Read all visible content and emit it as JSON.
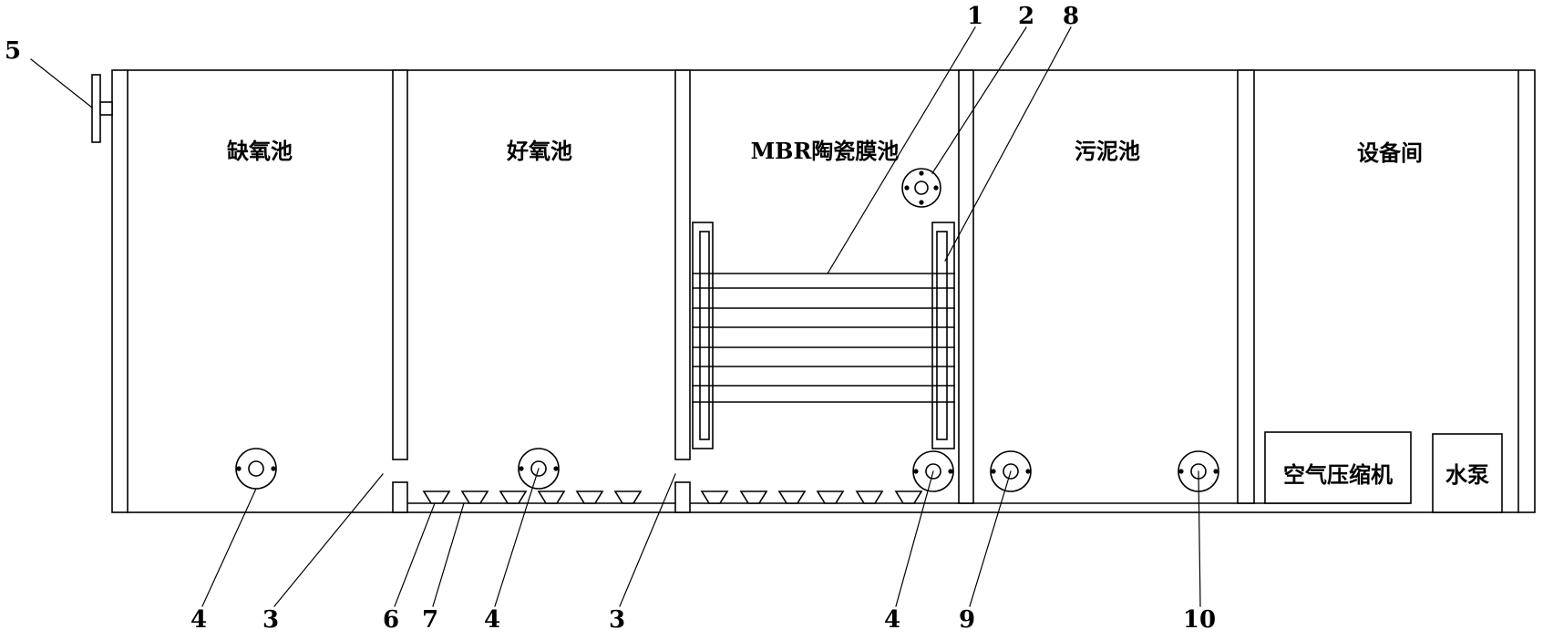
{
  "chambers": {
    "anoxic": "缺氧池",
    "aerobic": "好氧池",
    "mbr": "MBR陶瓷膜池",
    "sludge": "污泥池",
    "equipment_room": "设备间"
  },
  "equipment": {
    "air_compressor": "空气压缩机",
    "water_pump": "水泵"
  },
  "callouts": {
    "n1": "1",
    "n2": "2",
    "n8": "8",
    "n5": "5",
    "b4a": "4",
    "b3a": "3",
    "b6": "6",
    "b7": "7",
    "b4b": "4",
    "b3b": "3",
    "b4c": "4",
    "b9": "9",
    "b10": "10"
  },
  "style": {
    "line": "#000000",
    "background": "#ffffff"
  }
}
